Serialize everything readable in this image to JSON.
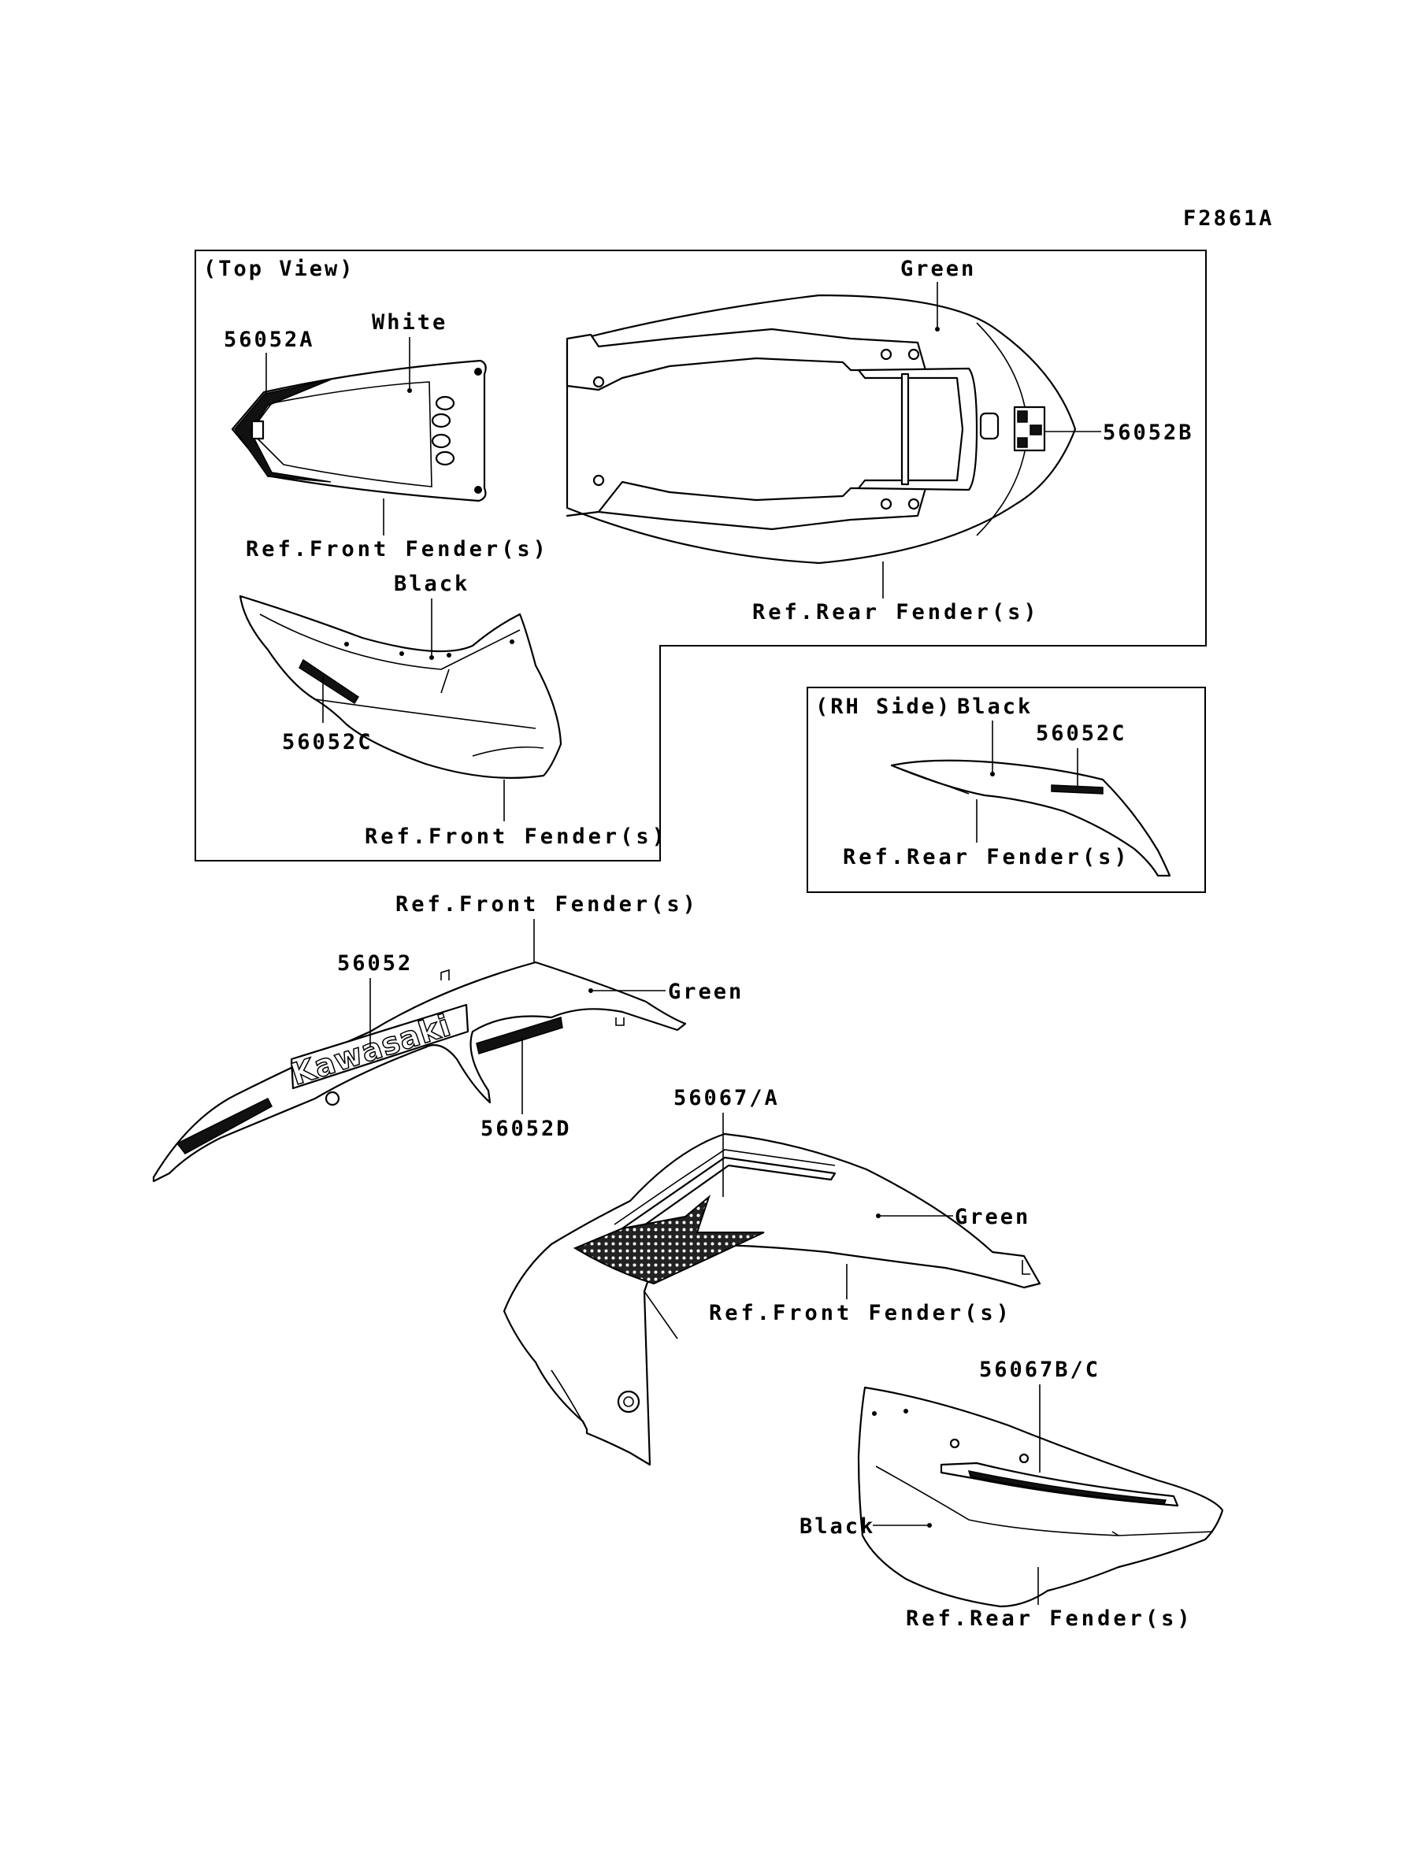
{
  "figure_code": "F2861A",
  "views": {
    "top_view": "(Top View)",
    "rh_side": "(RH Side)"
  },
  "colors": {
    "white": "White",
    "green": "Green",
    "black": "Black"
  },
  "parts": {
    "p56052": "56052",
    "p56052A": "56052A",
    "p56052B": "56052B",
    "p56052C": "56052C",
    "p56052D": "56052D",
    "p56067A": "56067/A",
    "p56067BC": "56067B/C"
  },
  "refs": {
    "front_fender": "Ref.Front Fender(s)",
    "rear_fender": "Ref.Rear Fender(s)"
  },
  "decal_text": {
    "brand": "Kawasaki"
  }
}
